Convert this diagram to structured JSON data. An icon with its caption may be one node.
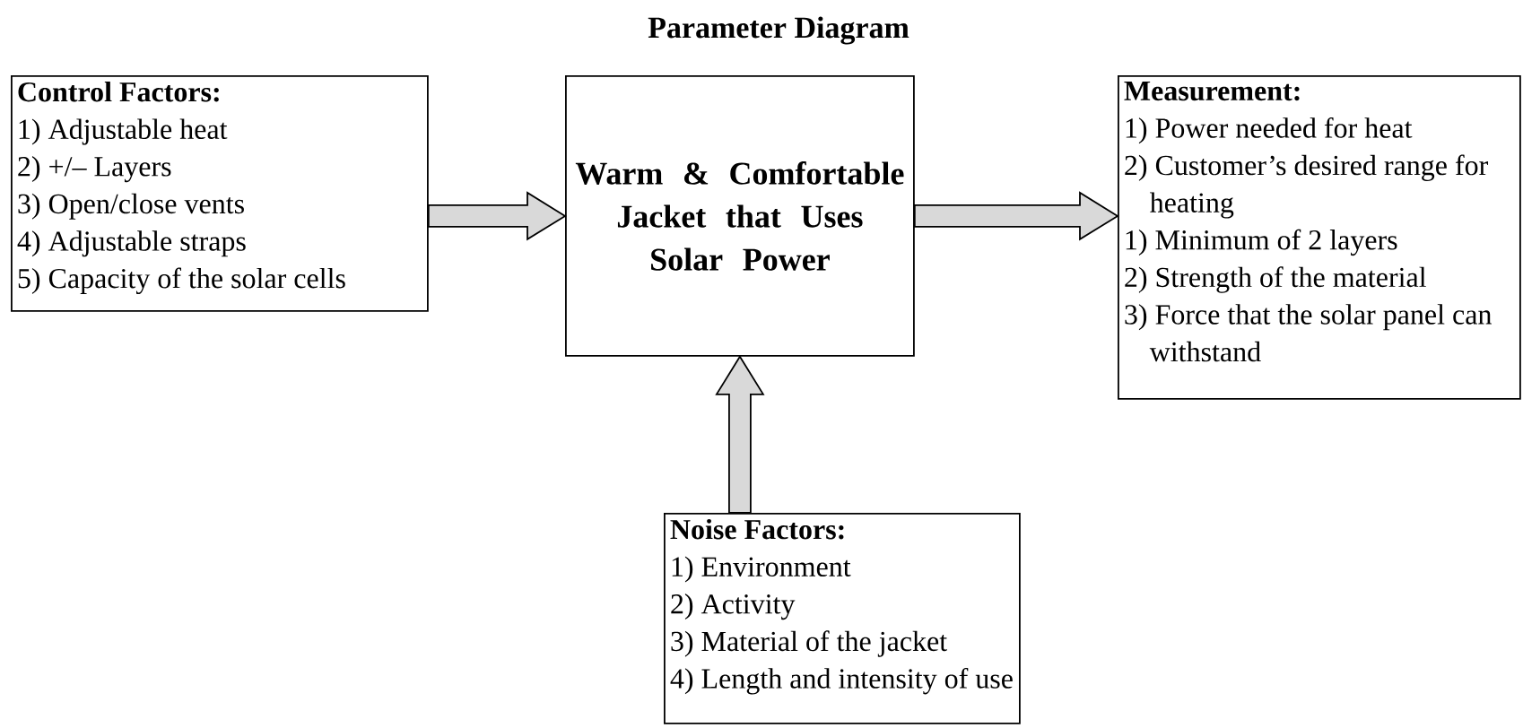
{
  "diagram": {
    "title": "Parameter Diagram",
    "nodes": [
      {
        "text": [
          "Control Factors:",
          "1) Adjustable heat",
          "2) +/– Layers",
          "3) Open/close vents",
          "4) Adjustable straps",
          "5) Capacity of the solar cells"
        ]
      },
      {
        "text": [
          "Warm & Comfortable Jacket that Uses Solar Power"
        ]
      },
      {
        "text": [
          "Measurement:",
          "1) Power needed for heat",
          "2) Customer’s desired range for heating",
          "1) Minimum of 2 layers",
          "2) Strength of the material",
          "3) Force that the solar panel can withstand"
        ]
      },
      {
        "text": [
          "Noise Factors:",
          "1) Environment",
          "2) Activity",
          "3) Material of the jacket",
          "4) Length and intensity of use"
        ]
      }
    ],
    "edges": [
      {
        "from": 0,
        "to": 1,
        "arrow": "to"
      },
      {
        "from": 1,
        "to": 2,
        "arrow": "to"
      },
      {
        "from": 3,
        "to": 1,
        "arrow": "to"
      }
    ]
  }
}
